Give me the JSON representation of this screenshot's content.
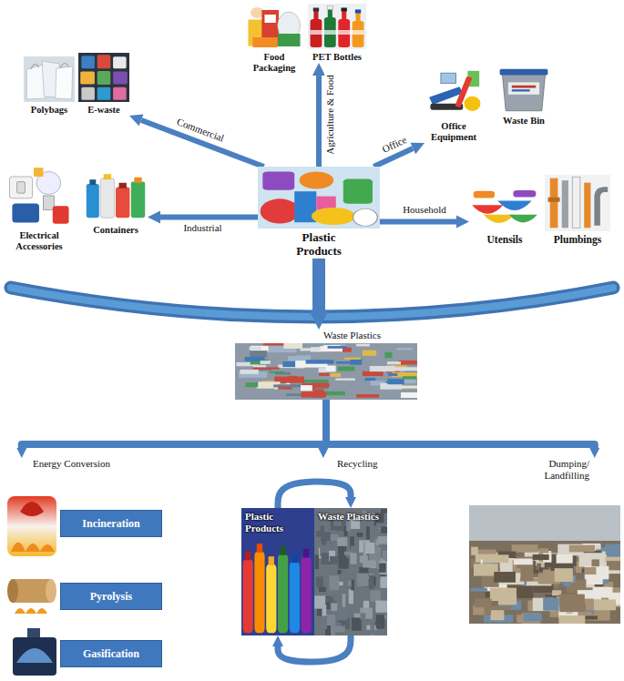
{
  "diagram": {
    "nodes": [
      {
        "text": [
          "Food Packaging"
        ]
      },
      {
        "text": [
          "PET Bottles"
        ]
      },
      {
        "text": [
          "Polybags"
        ]
      },
      {
        "text": [
          "E-waste"
        ]
      },
      {
        "text": [
          "Office Equipment"
        ]
      },
      {
        "text": [
          "Waste Bin"
        ]
      },
      {
        "text": [
          "Electrical Accessories"
        ]
      },
      {
        "text": [
          "Containers"
        ]
      },
      {
        "text": [
          "Plastic Products"
        ]
      },
      {
        "text": [
          "Utensils"
        ]
      },
      {
        "text": [
          "Plumbings"
        ]
      },
      {
        "text": [
          "Waste Plastics"
        ]
      },
      {
        "text": [
          "Energy Conversion"
        ]
      },
      {
        "text": [
          "Incineration"
        ],
        "in": 12
      },
      {
        "text": [
          "Pyrolysis"
        ],
        "in": 12
      },
      {
        "text": [
          "Gasification"
        ],
        "in": 12
      },
      {
        "text": [
          "Recycling"
        ]
      },
      {
        "text": [
          "Plastic Products"
        ],
        "in": 16
      },
      {
        "text": [
          "Waste Plastics"
        ],
        "in": 16
      },
      {
        "text": [
          "Dumping/ Landfilling"
        ]
      }
    ],
    "edges": [
      {
        "from": 8,
        "to": 3,
        "arrow": "to",
        "label": "Commercial"
      },
      {
        "from": 8,
        "to": 1,
        "arrow": "to",
        "label": "Agriculture & Food"
      },
      {
        "from": 8,
        "to": 4,
        "arrow": "to",
        "label": "Office"
      },
      {
        "from": 8,
        "to": 7,
        "arrow": "to",
        "label": "Industrial"
      },
      {
        "from": 8,
        "to": 9,
        "arrow": "to",
        "label": "Household"
      },
      {
        "from": 8,
        "to": 11,
        "arrow": "to"
      },
      {
        "from": 11,
        "to": 12,
        "arrow": "to"
      },
      {
        "from": 11,
        "to": 16,
        "arrow": "to"
      },
      {
        "from": 11,
        "to": 19,
        "arrow": "to"
      },
      {
        "from": 17,
        "to": 18,
        "arrow": "to"
      },
      {
        "from": 18,
        "to": 17,
        "arrow": "to"
      }
    ]
  }
}
